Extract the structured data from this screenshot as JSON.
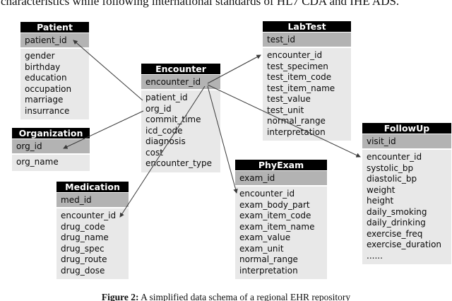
{
  "page": {
    "top_text": "characteristics while following international standards of HL7 CDA and IHE ADS.",
    "caption_label": "Figure 2:",
    "caption_text": "A simplified data schema of a regional EHR repository"
  },
  "colors": {
    "table_header_bg": "#000000",
    "table_header_fg": "#ffffff",
    "key_row_bg": "#b3b3b3",
    "body_bg": "#e8e8e8",
    "relation_line": "#3a3a3a"
  },
  "tables": [
    {
      "name": "Patient",
      "key": "patient_id",
      "fields": [
        "gender",
        "birthday",
        "education",
        "occupation",
        "marriage",
        "insurrance"
      ]
    },
    {
      "name": "Organization",
      "key": "org_id",
      "fields": [
        "org_name"
      ]
    },
    {
      "name": "Medication",
      "key": "med_id",
      "fields": [
        "encounter_id",
        "drug_code",
        "drug_name",
        "drug_spec",
        "drug_route",
        "drug_dose"
      ]
    },
    {
      "name": "Encounter",
      "key": "encounter_id",
      "fields": [
        "patient_id",
        "org_id",
        "commit_time",
        "icd_code",
        "diagnosis",
        "cost",
        "encounter_type"
      ]
    },
    {
      "name": "LabTest",
      "key": "test_id",
      "fields": [
        "encounter_id",
        "test_specimen",
        "test_item_code",
        "test_item_name",
        "test_value",
        "test_unit",
        "normal_range",
        "interpretation"
      ]
    },
    {
      "name": "PhyExam",
      "key": "exam_id",
      "fields": [
        "encounter_id",
        "exam_body_part",
        "exam_item_code",
        "exam_item_name",
        "exam_value",
        "exam_unit",
        "normal_range",
        "interpretation"
      ]
    },
    {
      "name": "FollowUp",
      "key": "visit_id",
      "fields": [
        "encounter_id",
        "systolic_bp",
        "diastolic_bp",
        "weight",
        "height",
        "daily_smoking",
        "daily_drinking",
        "exercise_freq",
        "exercise_duration",
        "......"
      ]
    }
  ],
  "relations": [
    {
      "from": "Encounter.patient_id",
      "to": "Patient.patient_id"
    },
    {
      "from": "Encounter.org_id",
      "to": "Organization.org_id"
    },
    {
      "from": "Encounter.encounter_id",
      "to": "LabTest.encounter_id"
    },
    {
      "from": "Encounter.encounter_id",
      "to": "FollowUp.encounter_id"
    },
    {
      "from": "Encounter.encounter_id",
      "to": "PhyExam.encounter_id"
    },
    {
      "from": "Encounter.encounter_id",
      "to": "Medication.encounter_id"
    }
  ]
}
